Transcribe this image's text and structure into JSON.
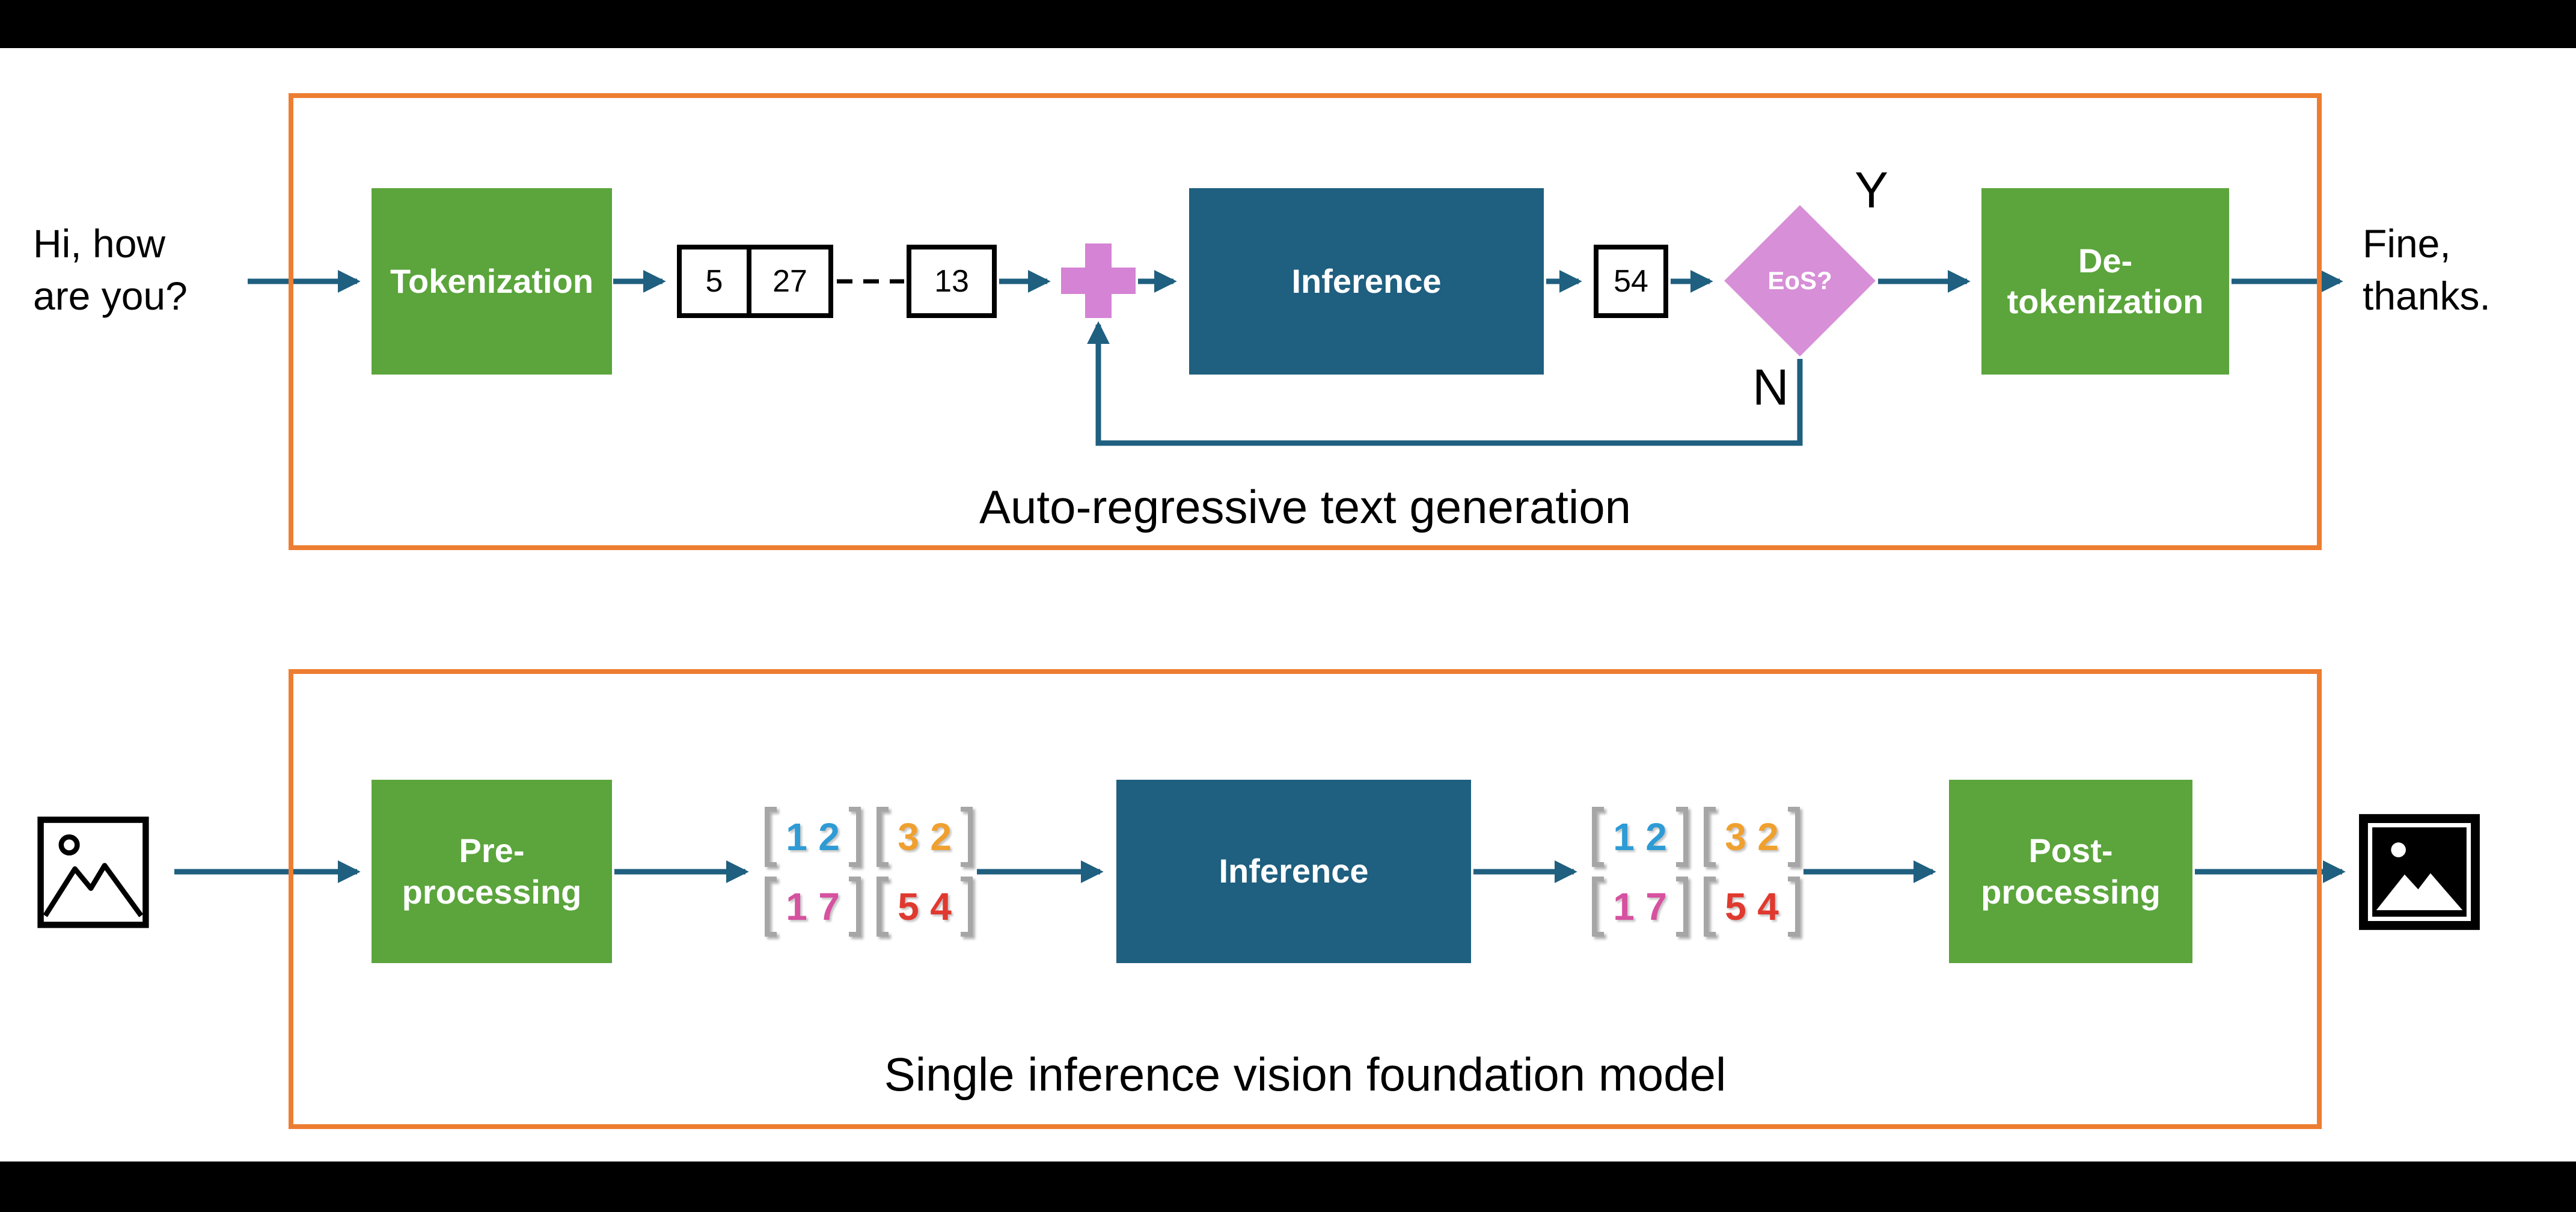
{
  "colors": {
    "page_bg": "#000000",
    "content_bg": "#ffffff",
    "frame_orange": "#ED7D31",
    "box_green": "#5BA53C",
    "box_blue": "#1F5F7F",
    "arrow": "#1F5F7F",
    "plum": "#D583D5",
    "diamond_pink": "#D78FD7",
    "token_border": "#000000",
    "bracket_gray": "#A6A6A6",
    "num_blue": "#2E9BD5",
    "num_orange": "#EFA02F",
    "num_magenta": "#D6519F",
    "num_red": "#E0392F"
  },
  "top_flow": {
    "caption": "Auto-regressive text generation",
    "input": {
      "line1": "Hi, how",
      "line2": "are you?"
    },
    "tokenization_label": "Tokenization",
    "tokens": [
      "5",
      "27",
      "13"
    ],
    "inference_label": "Inference",
    "generated_token": "54",
    "eos_label": "EoS?",
    "yes_label": "Y",
    "no_label": "N",
    "detokenization": {
      "line1": "De-",
      "line2": "tokenization"
    },
    "output": {
      "line1": "Fine,",
      "line2": "thanks."
    }
  },
  "bottom_flow": {
    "caption": "Single inference vision foundation model",
    "preprocessing": {
      "line1": "Pre-",
      "line2": "processing"
    },
    "inference_label": "Inference",
    "postprocessing": {
      "line1": "Post-",
      "line2": "processing"
    },
    "tensor": {
      "m11": [
        "1",
        "2"
      ],
      "m12": [
        "3",
        "2"
      ],
      "m21": [
        "1",
        "7"
      ],
      "m22": [
        "5",
        "4"
      ]
    }
  }
}
